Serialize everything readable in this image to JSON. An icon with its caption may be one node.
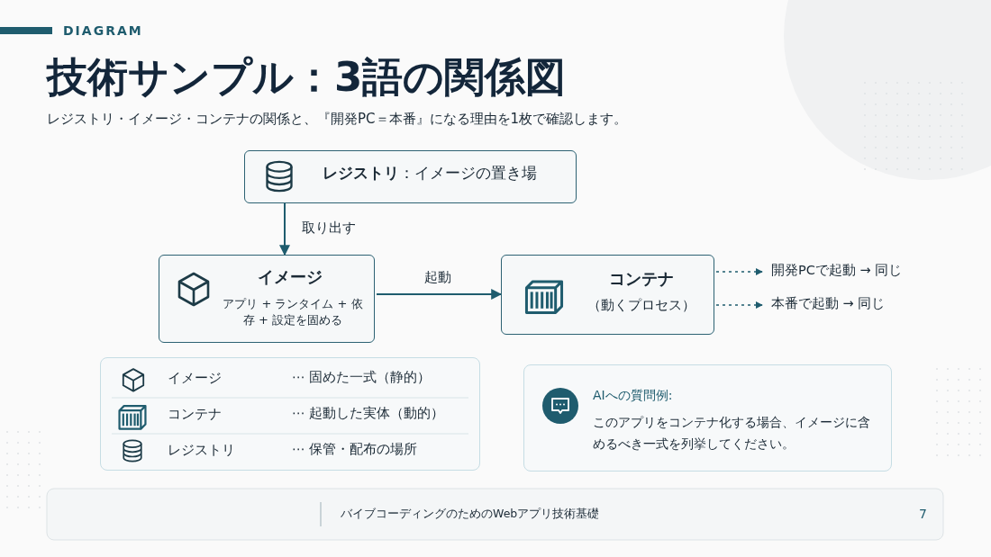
{
  "diagram": {
    "title": "技術サンプル：3語の関係図",
    "nodes": [
      {
        "text": [
          "**レジストリ**：イメージの置き場"
        ]
      },
      {
        "text": [
          "イメージ",
          "アプリ + ランタイム + 依存 + 設定を固める"
        ]
      },
      {
        "text": [
          "コンテナ",
          "（動くプロセス）"
        ]
      },
      {
        "text": [
          "開発PCで起動 → 同じ"
        ]
      },
      {
        "text": [
          "本番で起動 → 同じ"
        ]
      },
      {
        "text": [
          "イメージ",
          "⋯ 固めた一式（静的）",
          "コンテナ",
          "⋯ 起動した実体（動的）",
          "レジストリ",
          "⋯ 保管・配布の場所"
        ]
      },
      {
        "text": [
          "AIへの質問例:",
          "このアプリをコンテナ化する場合、イメージに含めるべき一式を列挙してください。"
        ]
      }
    ],
    "edges": [
      {
        "from": 0,
        "to": 1,
        "arrow": "to",
        "label": "取り出す"
      },
      {
        "from": 1,
        "to": 2,
        "arrow": "to",
        "label": "起動"
      },
      {
        "from": 2,
        "to": 3,
        "arrow": "to",
        "style": "dashed"
      },
      {
        "from": 2,
        "to": 4,
        "arrow": "to",
        "style": "dashed"
      }
    ],
    "labels": [
      "DIAGRAM",
      "レジストリ・イメージ・コンテナの関係と、『開発PC＝本番』になる理由を1枚で確認します。",
      "バイブコーディングのためのWebアプリ技術基礎",
      "7"
    ]
  }
}
